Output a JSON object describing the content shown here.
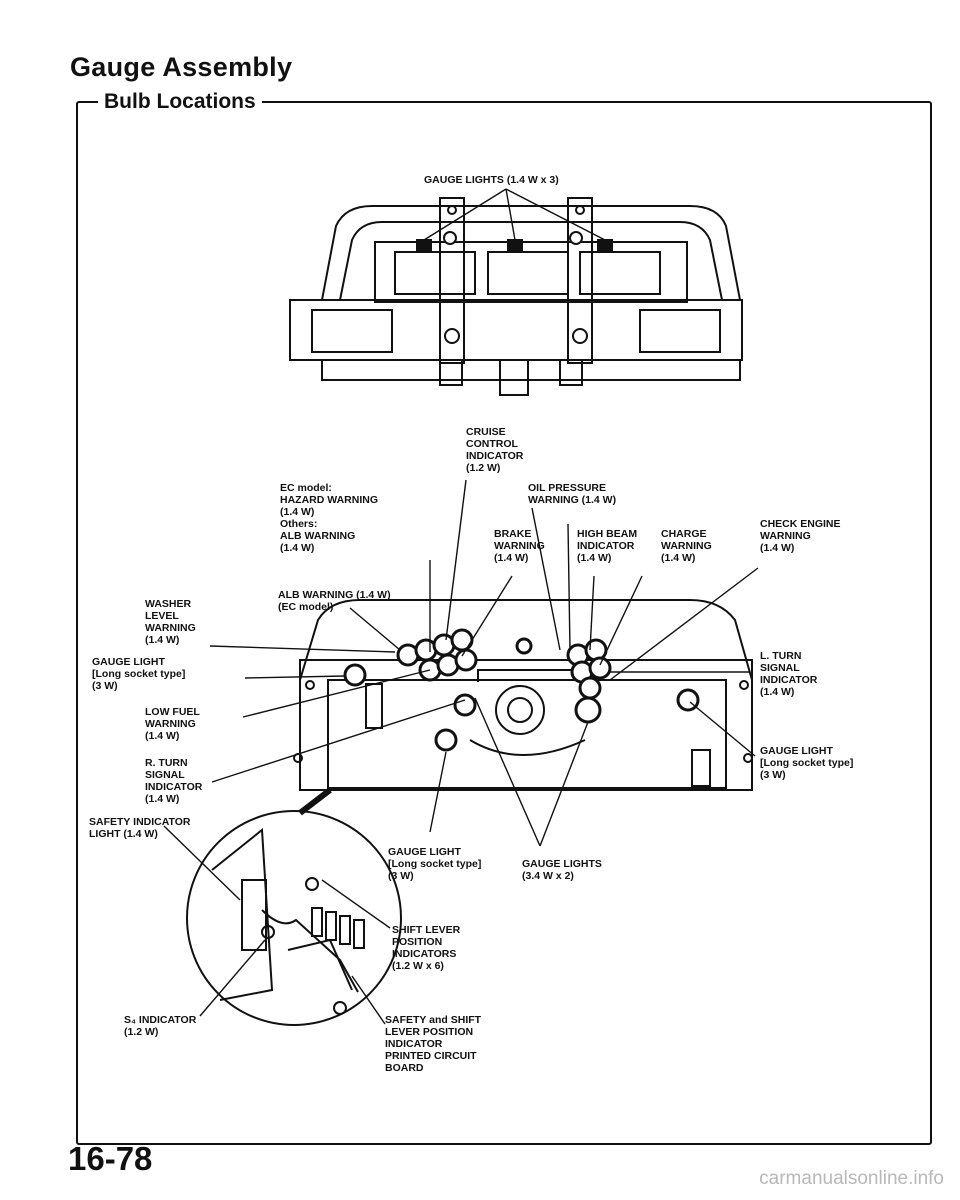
{
  "page": {
    "title": "Gauge Assembly",
    "section": "Bulb Locations",
    "page_number": "16-78",
    "watermark": "carmanualsonline.info"
  },
  "labels": {
    "gauge_lights_top": "GAUGE LIGHTS (1.4 W x 3)",
    "cruise_control": "CRUISE\nCONTROL\nINDICATOR\n(1.2 W)",
    "ec_model_hazard": "EC model:\nHAZARD WARNING\n(1.4 W)\nOthers:\nALB WARNING\n(1.4 W)",
    "oil_pressure": "OIL PRESSURE\nWARNING (1.4 W)",
    "brake_warning": "BRAKE\nWARNING\n(1.4 W)",
    "high_beam": "HIGH BEAM\nINDICATOR\n(1.4 W)",
    "charge_warning": "CHARGE\nWARNING\n(1.4 W)",
    "check_engine": "CHECK ENGINE\nWARNING\n(1.4 W)",
    "alb_warning_ec": "ALB WARNING (1.4 W)\n(EC model)",
    "washer_level": "WASHER\nLEVEL\nWARNING\n(1.4 W)",
    "gauge_light_left": "GAUGE LIGHT\n[Long socket type]\n(3 W)",
    "low_fuel": "LOW FUEL\nWARNING\n(1.4 W)",
    "r_turn": "R. TURN\nSIGNAL\nINDICATOR\n(1.4 W)",
    "l_turn": "L. TURN\nSIGNAL\nINDICATOR\n(1.4 W)",
    "gauge_light_right": "GAUGE LIGHT\n[Long socket type]\n(3 W)",
    "safety_indicator": "SAFETY INDICATOR\nLIGHT (1.4 W)",
    "gauge_light_bottom": "GAUGE LIGHT\n[Long socket type]\n(3 W)",
    "gauge_lights_bottom": "GAUGE LIGHTS\n(3.4 W x 2)",
    "shift_lever": "SHIFT LEVER\nPOSITION\nINDICATORS\n(1.2 W x 6)",
    "s4_indicator": "S₄ INDICATOR\n(1.2 W)",
    "safety_shift_board": "SAFETY and SHIFT\nLEVER POSITION\nINDICATOR\nPRINTED CIRCUIT\nBOARD"
  }
}
